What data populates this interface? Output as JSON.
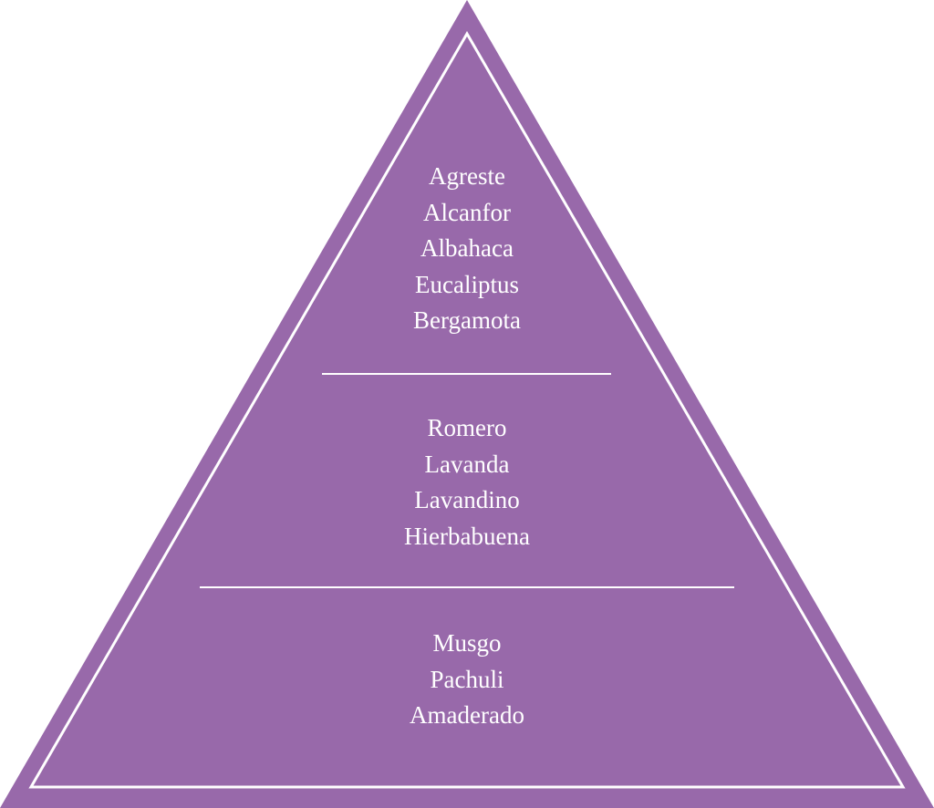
{
  "colors": {
    "fill": "#9869aa",
    "line": "#ffffff"
  },
  "tiers": [
    {
      "name": "top",
      "items": [
        "Agreste",
        "Alcanfor",
        "Albahaca",
        "Eucaliptus",
        "Bergamota"
      ]
    },
    {
      "name": "middle",
      "items": [
        "Romero",
        "Lavanda",
        "Lavandino",
        "Hierbabuena"
      ]
    },
    {
      "name": "base",
      "items": [
        "Musgo",
        "Pachuli",
        "Amaderado"
      ]
    }
  ]
}
